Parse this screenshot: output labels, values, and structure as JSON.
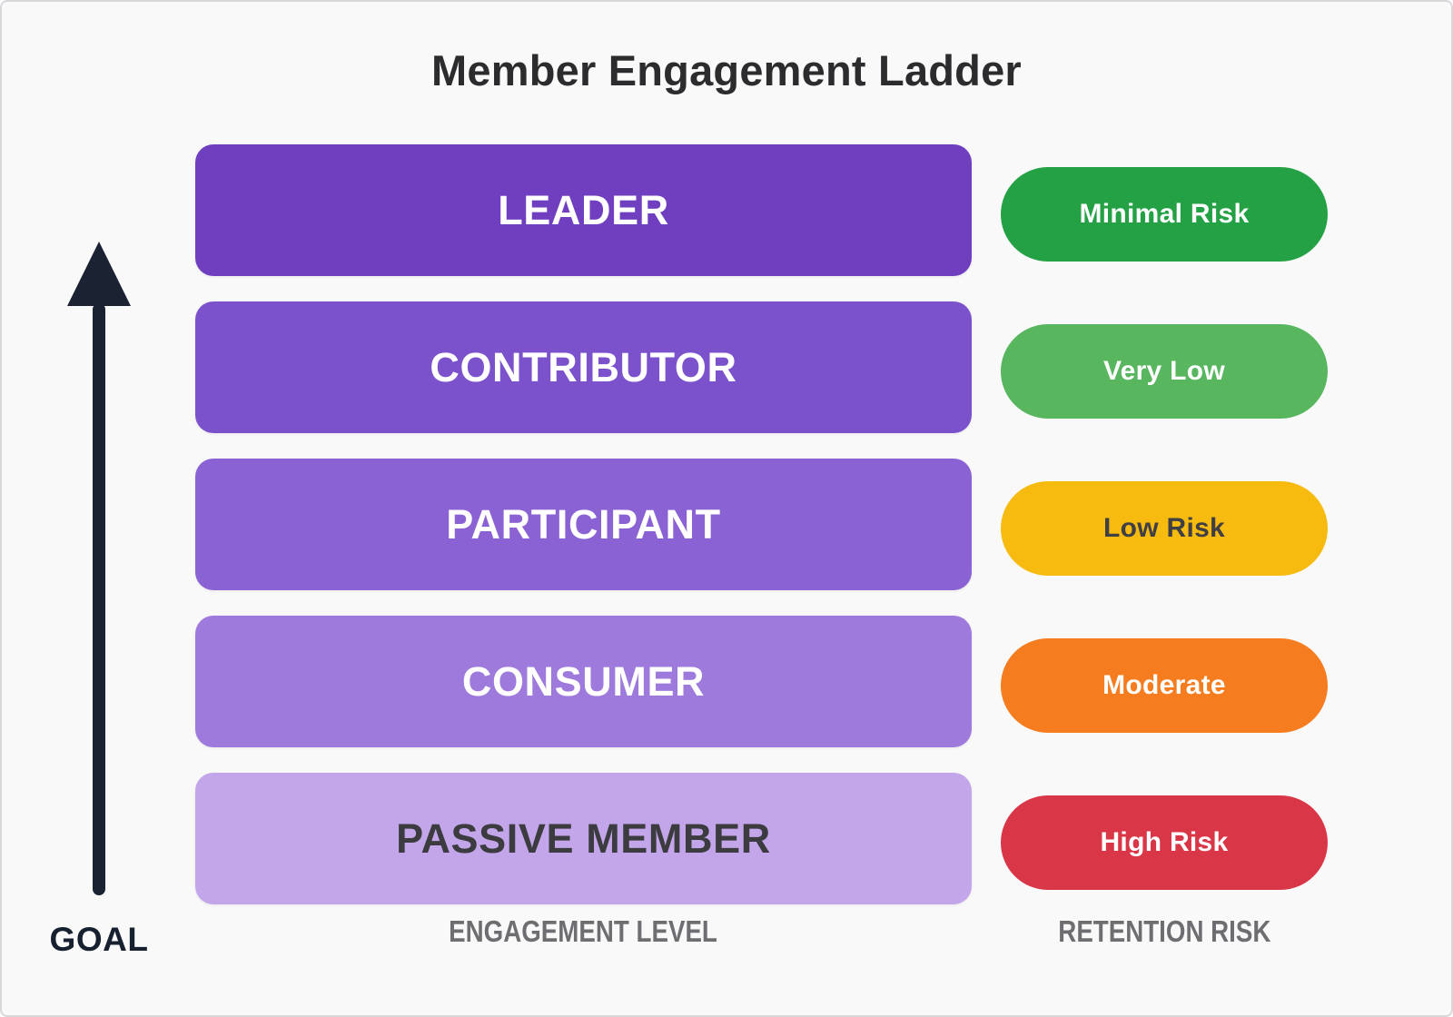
{
  "title": "Member Engagement Ladder",
  "goal": {
    "label": "GOAL",
    "arrow_color": "#1B2333"
  },
  "axis_labels": {
    "engagement": "ENGAGEMENT LEVEL",
    "retention": "RETENTION RISK"
  },
  "colors": {
    "background": "#F9F9FA",
    "border": "#D8D8DC",
    "title_text": "#2C2C2F",
    "axis_text": "#6E6E72"
  },
  "levels": [
    {
      "name": "LEADER",
      "bar_color": "#6F3FC0",
      "name_color": "#FFFFFF",
      "risk_label": "Minimal Risk",
      "risk_color": "#24A144",
      "risk_text_color": "#FFFFFF"
    },
    {
      "name": "CONTRIBUTOR",
      "bar_color": "#7C52CC",
      "name_color": "#FFFFFF",
      "risk_label": "Very Low",
      "risk_color": "#57B65E",
      "risk_text_color": "#FFFFFF"
    },
    {
      "name": "PARTICIPANT",
      "bar_color": "#8B62D4",
      "name_color": "#FFFFFF",
      "risk_label": "Low Risk",
      "risk_color": "#F7BB10",
      "risk_text_color": "#3F3F44"
    },
    {
      "name": "CONSUMER",
      "bar_color": "#9E7ADC",
      "name_color": "#FFFFFF",
      "risk_label": "Moderate",
      "risk_color": "#F57C1F",
      "risk_text_color": "#FFFFFF"
    },
    {
      "name": "PASSIVE MEMBER",
      "bar_color": "#C3A6E9",
      "name_color": "#3B3B40",
      "risk_label": "High Risk",
      "risk_color": "#D93747",
      "risk_text_color": "#FFFFFF"
    }
  ]
}
